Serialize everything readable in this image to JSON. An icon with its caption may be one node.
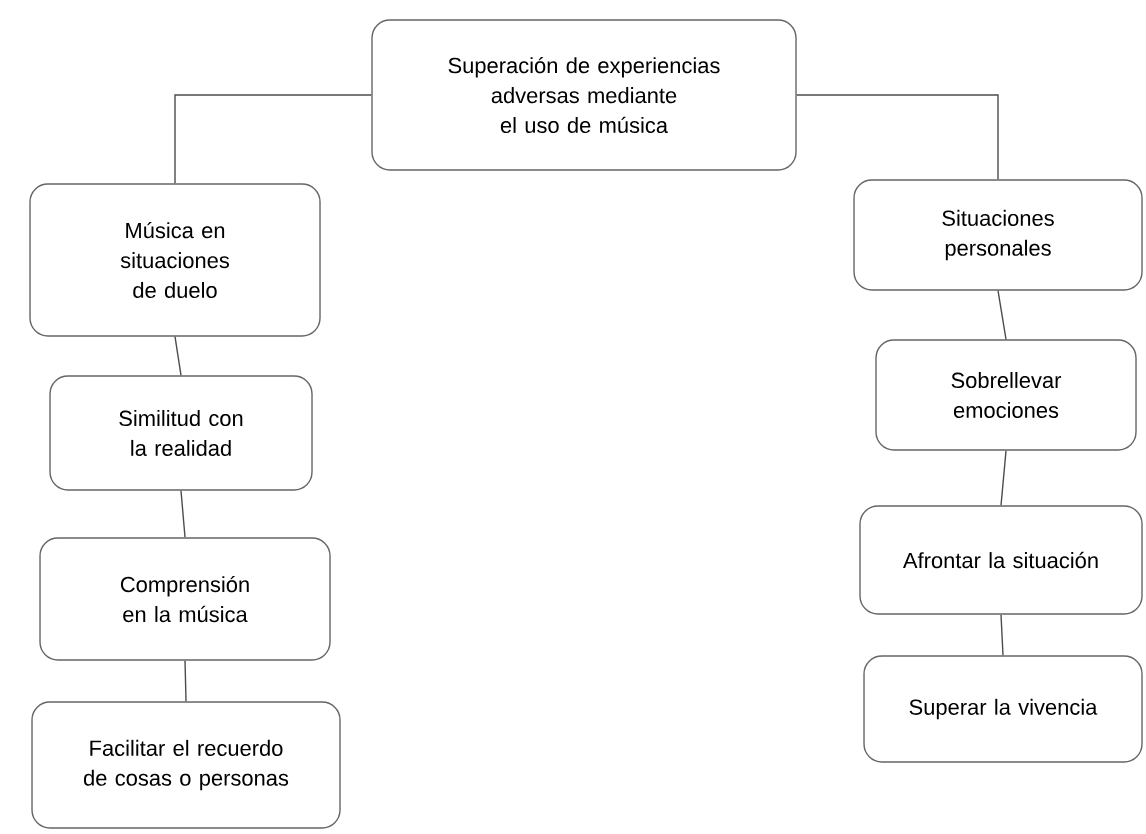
{
  "diagram": {
    "nodes": [
      {
        "text": [
          "Superación de experiencias adversas mediante el uso de música"
        ]
      },
      {
        "text": [
          "Música en situaciones de duelo"
        ]
      },
      {
        "text": [
          "Similitud con la realidad"
        ]
      },
      {
        "text": [
          "Comprensión en la música"
        ]
      },
      {
        "text": [
          "Facilitar el recuerdo de cosas o personas"
        ]
      },
      {
        "text": [
          "Situaciones personales"
        ]
      },
      {
        "text": [
          "Sobrellevar emociones"
        ]
      },
      {
        "text": [
          "Afrontar la situación"
        ]
      },
      {
        "text": [
          "Superar la vivencia"
        ]
      }
    ],
    "edges": [
      {
        "from": 0,
        "to": 1,
        "arrow": "none"
      },
      {
        "from": 1,
        "to": 2,
        "arrow": "none"
      },
      {
        "from": 2,
        "to": 3,
        "arrow": "none"
      },
      {
        "from": 3,
        "to": 4,
        "arrow": "none"
      },
      {
        "from": 0,
        "to": 5,
        "arrow": "none"
      },
      {
        "from": 5,
        "to": 6,
        "arrow": "none"
      },
      {
        "from": 6,
        "to": 7,
        "arrow": "none"
      },
      {
        "from": 7,
        "to": 8,
        "arrow": "none"
      }
    ]
  }
}
